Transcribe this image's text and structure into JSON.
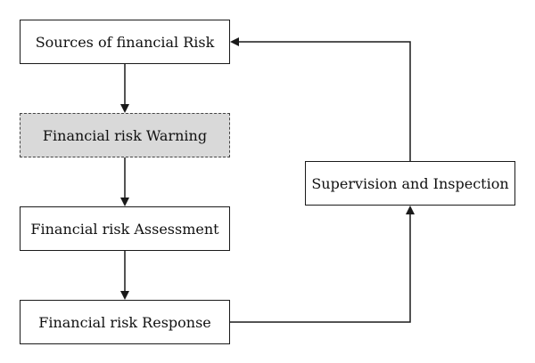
{
  "diagram": {
    "nodes": {
      "sources": "Sources of financial Risk",
      "warning": "Financial risk Warning",
      "assessment": "Financial risk Assessment",
      "response": "Financial risk Response",
      "supervision": "Supervision and Inspection"
    },
    "edges": [
      {
        "from": "sources",
        "to": "warning"
      },
      {
        "from": "warning",
        "to": "assessment"
      },
      {
        "from": "assessment",
        "to": "response"
      },
      {
        "from": "response",
        "to": "supervision"
      },
      {
        "from": "supervision",
        "to": "sources"
      }
    ],
    "colors": {
      "stroke": "#1a1a1a",
      "highlight_fill": "#d9d9d9",
      "dashed_stroke": "#444444"
    }
  }
}
